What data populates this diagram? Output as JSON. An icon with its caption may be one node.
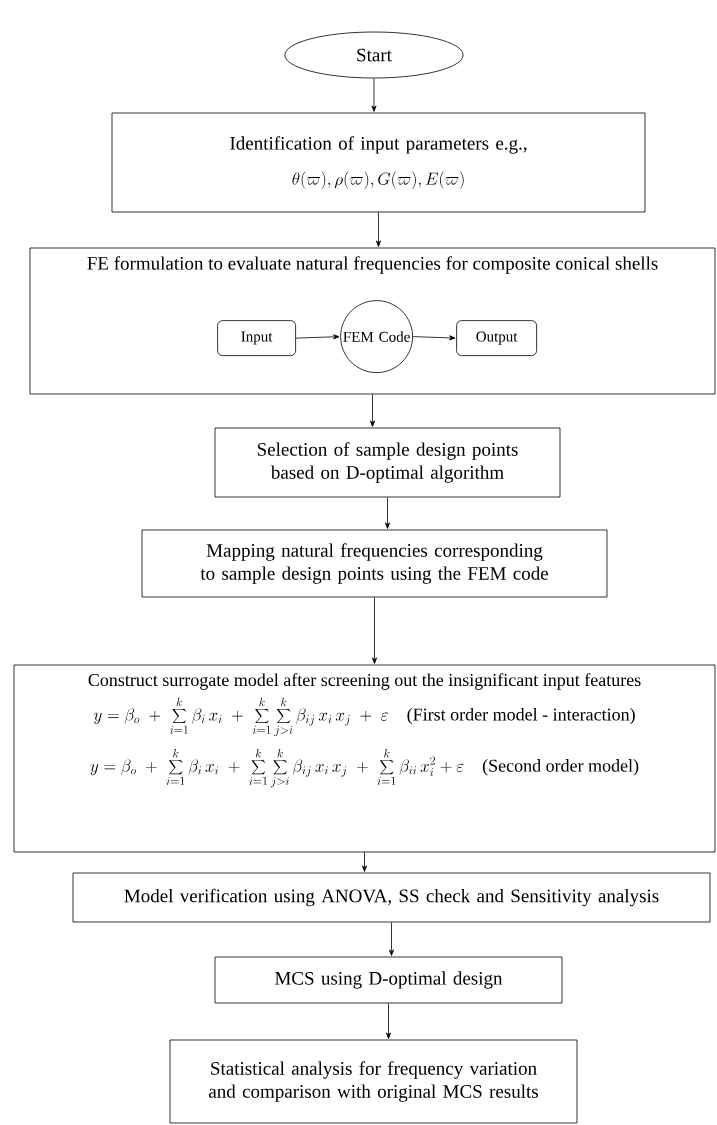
{
  "diagram": {
    "nodes": [
      {
        "text": [
          "Start"
        ]
      },
      {
        "text": [
          "Identification of input parameters e.g.,",
          "\\theta(\\varpi), \\rho(\\varpi), G(\\varpi), E(\\varpi)"
        ]
      },
      {
        "text": [
          "FE formulation to evaluate natural frequencies for composite conical shells"
        ]
      },
      {
        "text": [
          "Input"
        ],
        "in": 2
      },
      {
        "text": [
          "FEM Code"
        ],
        "in": 2
      },
      {
        "text": [
          "Output"
        ],
        "in": 2
      },
      {
        "text": [
          "Selection of sample design points based on D-optimal algorithm"
        ]
      },
      {
        "text": [
          "Mapping natural frequencies corresponding to sample design points using the FEM code"
        ]
      },
      {
        "text": [
          "Construct surrogate model after screening out the insignificant input features",
          "y = \\beta_o \\;+\\; \\sum_{i=1}^{k}\\beta_i\\, x_i \\;+\\; \\sum_{i=1}^{k}\\sum_{j>i}^{k}\\beta_{ij}\\, x_i\\, x_j \\;+\\; \\varepsilon",
          "(First order model - interaction)",
          "y = \\beta_o \\;+\\; \\sum_{i=1}^{k}\\beta_i\\, x_i \\;+\\; \\sum_{i=1}^{k}\\sum_{j>i}^{k}\\beta_{ij}\\, x_i\\, x_j \\;+\\; \\sum_{i=1}^{k}\\beta_{ii}\\, x_i^2 + \\varepsilon",
          "(Second order model)"
        ]
      },
      {
        "text": [
          "Model verification using ANOVA, SS check and Sensitivity analysis"
        ]
      },
      {
        "text": [
          "MCS using D-optimal design"
        ]
      },
      {
        "text": [
          "Statistical analysis for frequency variation and comparison with original MCS results"
        ]
      }
    ],
    "edges": [
      {
        "from": 0,
        "to": 1,
        "arrow": "to"
      },
      {
        "from": 1,
        "to": 2,
        "arrow": "to"
      },
      {
        "from": 3,
        "to": 4,
        "arrow": "to"
      },
      {
        "from": 4,
        "to": 5,
        "arrow": "to"
      },
      {
        "from": 2,
        "to": 6,
        "arrow": "to"
      },
      {
        "from": 6,
        "to": 7,
        "arrow": "to"
      },
      {
        "from": 7,
        "to": 8,
        "arrow": "to"
      },
      {
        "from": 8,
        "to": 9,
        "arrow": "to"
      },
      {
        "from": 9,
        "to": 10,
        "arrow": "to"
      },
      {
        "from": 10,
        "to": 11,
        "arrow": "to"
      }
    ]
  }
}
